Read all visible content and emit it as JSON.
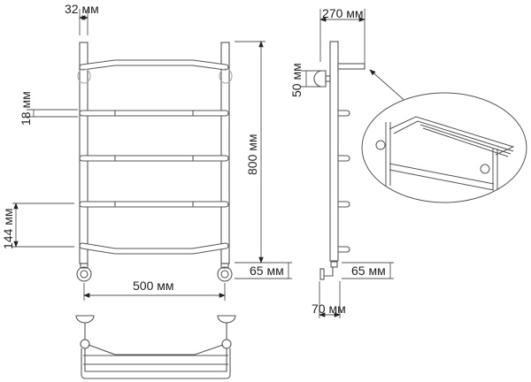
{
  "diagram": {
    "type": "technical-drawing",
    "subject": "towel-warmer",
    "views": [
      "front",
      "side",
      "bottom",
      "detail-callout"
    ]
  },
  "dimensions": {
    "pipe_width": "32 мм",
    "rung_gap": "18 мм",
    "rung_spacing": "144 мм",
    "height": "800 мм",
    "width": "500 мм",
    "bottom_front": "65 мм",
    "depth": "270 мм",
    "mount_height": "50 мм",
    "bottom_side": "65 мм",
    "connector_offset": "70 мм"
  },
  "colors": {
    "line": "#555555",
    "text": "#222222",
    "background": "#ffffff"
  }
}
